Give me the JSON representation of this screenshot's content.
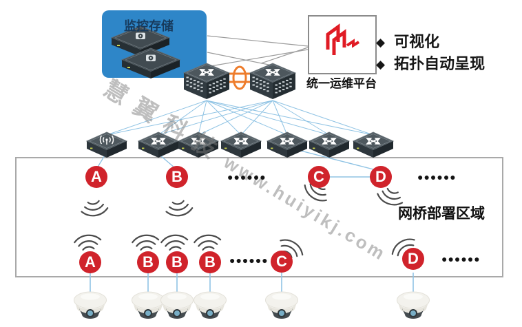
{
  "storage_box": {
    "title": "监控存储"
  },
  "platform": {
    "label": "统一运维平台"
  },
  "features": {
    "items": [
      {
        "bullet": "◆",
        "text": "可视化"
      },
      {
        "bullet": "◆",
        "text": "拓扑自动呈现"
      }
    ]
  },
  "bridge_area": {
    "label": "网桥部署区域",
    "ellipsis": "●●●●●●",
    "top_nodes": [
      "A",
      "B",
      "C",
      "D"
    ],
    "bottom_nodes": [
      "A",
      "B",
      "B",
      "B",
      "C",
      "D"
    ]
  },
  "watermark": {
    "cn": "慧翼科技",
    "url": "www.huiyikj.com"
  },
  "colors": {
    "storage_blue": "#2e86c8",
    "node_red": "#d0232b",
    "logo_red": "#e01b24",
    "link_orange": "#ee7c2b",
    "line_blue": "#8fc3e4",
    "line_gray": "#9b9b9b",
    "border_gray": "#a9a9a9"
  }
}
